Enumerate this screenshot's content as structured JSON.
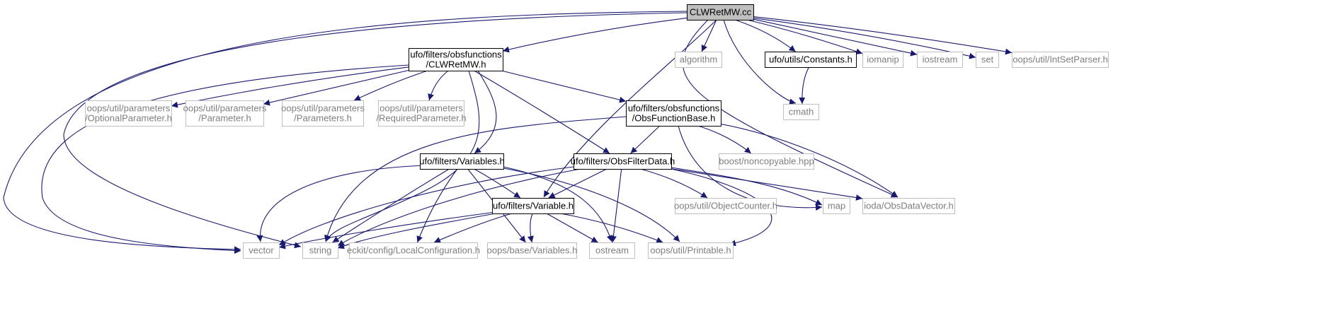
{
  "graph": {
    "nodes": [
      {
        "id": "clwretmw_cc",
        "lines": [
          "CLWRetMW.cc"
        ],
        "style": "root"
      },
      {
        "id": "clwretmw_h",
        "lines": [
          "ufo/filters/obsfunctions",
          "/CLWRetMW.h"
        ],
        "style": "doc"
      },
      {
        "id": "algorithm",
        "lines": [
          "algorithm"
        ],
        "style": "ext"
      },
      {
        "id": "constants_h",
        "lines": [
          "ufo/utils/Constants.h"
        ],
        "style": "doc"
      },
      {
        "id": "iomanip",
        "lines": [
          "iomanip"
        ],
        "style": "ext"
      },
      {
        "id": "iostream",
        "lines": [
          "iostream"
        ],
        "style": "ext"
      },
      {
        "id": "set",
        "lines": [
          "set"
        ],
        "style": "ext"
      },
      {
        "id": "intsetparser_h",
        "lines": [
          "oops/util/IntSetParser.h"
        ],
        "style": "ext"
      },
      {
        "id": "optionalparameter_h",
        "lines": [
          "oops/util/parameters",
          "/OptionalParameter.h"
        ],
        "style": "ext"
      },
      {
        "id": "parameter_h",
        "lines": [
          "oops/util/parameters",
          "/Parameter.h"
        ],
        "style": "ext"
      },
      {
        "id": "parameters_h",
        "lines": [
          "oops/util/parameters",
          "/Parameters.h"
        ],
        "style": "ext"
      },
      {
        "id": "requiredparameter_h",
        "lines": [
          "oops/util/parameters",
          "/RequiredParameter.h"
        ],
        "style": "ext"
      },
      {
        "id": "obsfunctionbase_h",
        "lines": [
          "ufo/filters/obsfunctions",
          "/ObsFunctionBase.h"
        ],
        "style": "doc"
      },
      {
        "id": "cmath",
        "lines": [
          "cmath"
        ],
        "style": "ext"
      },
      {
        "id": "variables_h",
        "lines": [
          "ufo/filters/Variables.h"
        ],
        "style": "doc"
      },
      {
        "id": "obsfilterdata_h",
        "lines": [
          "ufo/filters/ObsFilterData.h"
        ],
        "style": "doc"
      },
      {
        "id": "noncopyable_hpp",
        "lines": [
          "boost/noncopyable.hpp"
        ],
        "style": "ext"
      },
      {
        "id": "variable_h",
        "lines": [
          "ufo/filters/Variable.h"
        ],
        "style": "doc"
      },
      {
        "id": "objectcounter_h",
        "lines": [
          "oops/util/ObjectCounter.h"
        ],
        "style": "ext"
      },
      {
        "id": "map",
        "lines": [
          "map"
        ],
        "style": "ext"
      },
      {
        "id": "obsdatavector_h",
        "lines": [
          "ioda/ObsDataVector.h"
        ],
        "style": "ext"
      },
      {
        "id": "vector",
        "lines": [
          "vector"
        ],
        "style": "ext"
      },
      {
        "id": "string",
        "lines": [
          "string"
        ],
        "style": "ext"
      },
      {
        "id": "localconfiguration_h",
        "lines": [
          "eckit/config/LocalConfiguration.h"
        ],
        "style": "ext"
      },
      {
        "id": "oops_variables_h",
        "lines": [
          "oops/base/Variables.h"
        ],
        "style": "ext"
      },
      {
        "id": "ostream",
        "lines": [
          "ostream"
        ],
        "style": "ext"
      },
      {
        "id": "printable_h",
        "lines": [
          "oops/util/Printable.h"
        ],
        "style": "ext"
      }
    ],
    "edges": [
      [
        "clwretmw_cc",
        "clwretmw_h"
      ],
      [
        "clwretmw_cc",
        "algorithm"
      ],
      [
        "clwretmw_cc",
        "constants_h"
      ],
      [
        "clwretmw_cc",
        "iomanip"
      ],
      [
        "clwretmw_cc",
        "iostream"
      ],
      [
        "clwretmw_cc",
        "set"
      ],
      [
        "clwretmw_cc",
        "intsetparser_h"
      ],
      [
        "clwretmw_cc",
        "cmath"
      ],
      [
        "clwretmw_cc",
        "obsdatavector_h"
      ],
      [
        "clwretmw_cc",
        "variable_h"
      ],
      [
        "clwretmw_cc",
        "string"
      ],
      [
        "clwretmw_cc",
        "vector"
      ],
      [
        "clwretmw_h",
        "optionalparameter_h"
      ],
      [
        "clwretmw_h",
        "parameter_h"
      ],
      [
        "clwretmw_h",
        "parameters_h"
      ],
      [
        "clwretmw_h",
        "requiredparameter_h"
      ],
      [
        "clwretmw_h",
        "obsfunctionbase_h"
      ],
      [
        "clwretmw_h",
        "variables_h"
      ],
      [
        "clwretmw_h",
        "obsfilterdata_h"
      ],
      [
        "clwretmw_h",
        "string"
      ],
      [
        "clwretmw_h",
        "vector"
      ],
      [
        "constants_h",
        "cmath"
      ],
      [
        "obsfunctionbase_h",
        "obsfilterdata_h"
      ],
      [
        "obsfunctionbase_h",
        "noncopyable_hpp"
      ],
      [
        "obsfunctionbase_h",
        "obsdatavector_h"
      ],
      [
        "obsfunctionbase_h",
        "map"
      ],
      [
        "obsfunctionbase_h",
        "string"
      ],
      [
        "variables_h",
        "variable_h"
      ],
      [
        "variables_h",
        "vector"
      ],
      [
        "variables_h",
        "string"
      ],
      [
        "variables_h",
        "localconfiguration_h"
      ],
      [
        "variables_h",
        "oops_variables_h"
      ],
      [
        "variables_h",
        "ostream"
      ],
      [
        "variables_h",
        "printable_h"
      ],
      [
        "obsfilterdata_h",
        "variable_h"
      ],
      [
        "obsfilterdata_h",
        "objectcounter_h"
      ],
      [
        "obsfilterdata_h",
        "map"
      ],
      [
        "obsfilterdata_h",
        "obsdatavector_h"
      ],
      [
        "obsfilterdata_h",
        "vector"
      ],
      [
        "obsfilterdata_h",
        "string"
      ],
      [
        "obsfilterdata_h",
        "ostream"
      ],
      [
        "obsfilterdata_h",
        "printable_h"
      ],
      [
        "variable_h",
        "vector"
      ],
      [
        "variable_h",
        "string"
      ],
      [
        "variable_h",
        "localconfiguration_h"
      ],
      [
        "variable_h",
        "oops_variables_h"
      ],
      [
        "variable_h",
        "ostream"
      ],
      [
        "variable_h",
        "printable_h"
      ]
    ],
    "colors": {
      "edge": "#191970",
      "root_fill": "#bfbfbf",
      "root_border": "#000000",
      "doc_fill": "#ffffff",
      "doc_border": "#000000",
      "ext_fill": "#ffffff",
      "ext_border": "#bfbfbf",
      "doc_text": "#000000",
      "ext_text": "#7f7f7f"
    }
  }
}
